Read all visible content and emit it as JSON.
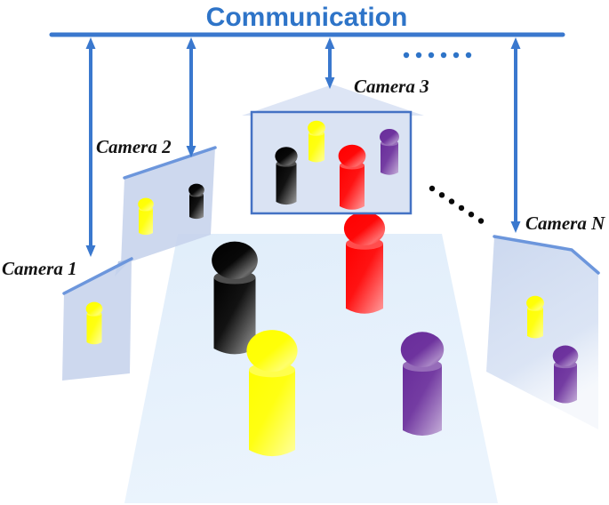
{
  "title": "Communication",
  "labels": {
    "camera_1": "Camera 1",
    "camera_2": "Camera 2",
    "camera_3": "Camera 3",
    "camera_n": "Camera N"
  },
  "colors": {
    "accent_blue": "#2E74C8",
    "arrow_blue": "#3A78CE",
    "plane_fill": "#C6D3EC",
    "plane_edge": "#6C96DC",
    "camera3_fill": "#D8E1F2",
    "camera3_border": "#4472C4",
    "camera3_frustum": "#DBE4F4",
    "floor_top": "#E0EDFA",
    "floor_bottom": "#EBF4FD",
    "dot_blue": "#2E74C8",
    "dot_black": "#0A0A0A",
    "person_black": "#000000",
    "person_yellow": "#FFFF00",
    "person_red": "#FF0000",
    "person_purple": "#692D9B"
  },
  "views": {
    "scene": [
      "black",
      "red",
      "yellow",
      "purple"
    ],
    "camera_1": [
      "yellow"
    ],
    "camera_2": [
      "yellow",
      "black"
    ],
    "camera_3": [
      "yellow",
      "black",
      "red",
      "purple"
    ],
    "camera_n": [
      "yellow",
      "purple"
    ]
  },
  "ellipsis": {
    "camera_row_dots": 6,
    "scene_diagonal_dots": 6
  }
}
